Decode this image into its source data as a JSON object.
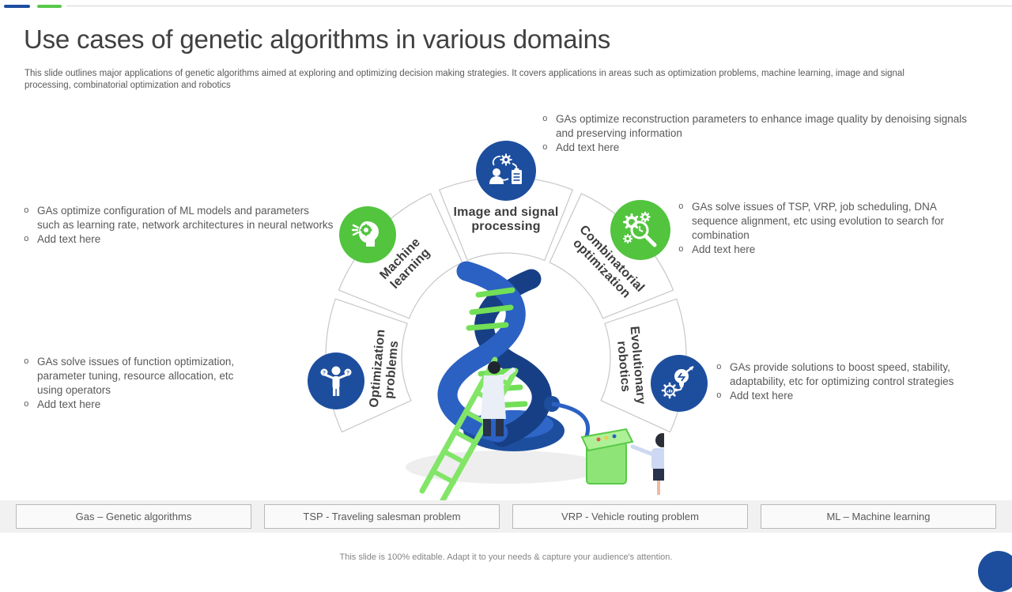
{
  "slide": {
    "title": "Use cases of genetic algorithms in various domains",
    "subtitle": "This slide outlines major applications of genetic algorithms aimed at exploring and optimizing decision making strategies. It covers applications in areas such as optimization problems, machine learning, image and signal processing, combinatorial optimization and robotics",
    "footer": "This slide is 100% editable. Adapt it to your needs & capture your audience's attention."
  },
  "colors": {
    "blue": "#1d4e9e",
    "green": "#52c43e",
    "ring_stroke": "#c7c7c7",
    "body_text": "#595959",
    "label_text": "#3d3d3d"
  },
  "segments": [
    {
      "id": "machine-learning",
      "label": "Machine\nlearning",
      "icon": "head-gear-icon",
      "bullets": [
        "GAs optimize configuration of ML models and parameters such as learning rate, network architectures in neural networks",
        "Add text here"
      ]
    },
    {
      "id": "image-signal-processing",
      "label": "Image and signal\nprocessing",
      "icon": "person-gear-clipboard-icon",
      "bullets": [
        "GAs optimize reconstruction parameters to enhance image quality by denoising signals and preserving information",
        "Add text here"
      ]
    },
    {
      "id": "combinatorial-optimization",
      "label": "Combinatorial\noptimization",
      "icon": "gears-magnifier-icon",
      "bullets": [
        "GAs solve issues of TSP, VRP, job scheduling, DNA sequence alignment, etc using evolution to search for combination",
        "Add text here"
      ]
    },
    {
      "id": "evolutionary-robotics",
      "label": "Evolutionary\nrobotics",
      "icon": "bulb-gear-arrow-icon",
      "bullets": [
        "GAs provide solutions to boost speed, stability, adaptability, etc for optimizing control strategies",
        "Add text here"
      ]
    },
    {
      "id": "optimization-problems",
      "label": "Optimization\nproblems",
      "icon": "person-choices-icon",
      "bullets": [
        "GAs solve issues of function optimization, parameter tuning, resource allocation, etc using operators",
        "Add text here"
      ]
    }
  ],
  "legend": [
    {
      "label": "Gas – Genetic algorithms"
    },
    {
      "label": "TSP - Traveling salesman problem"
    },
    {
      "label": "VRP - Vehicle routing problem"
    },
    {
      "label": "ML – Machine learning"
    }
  ]
}
